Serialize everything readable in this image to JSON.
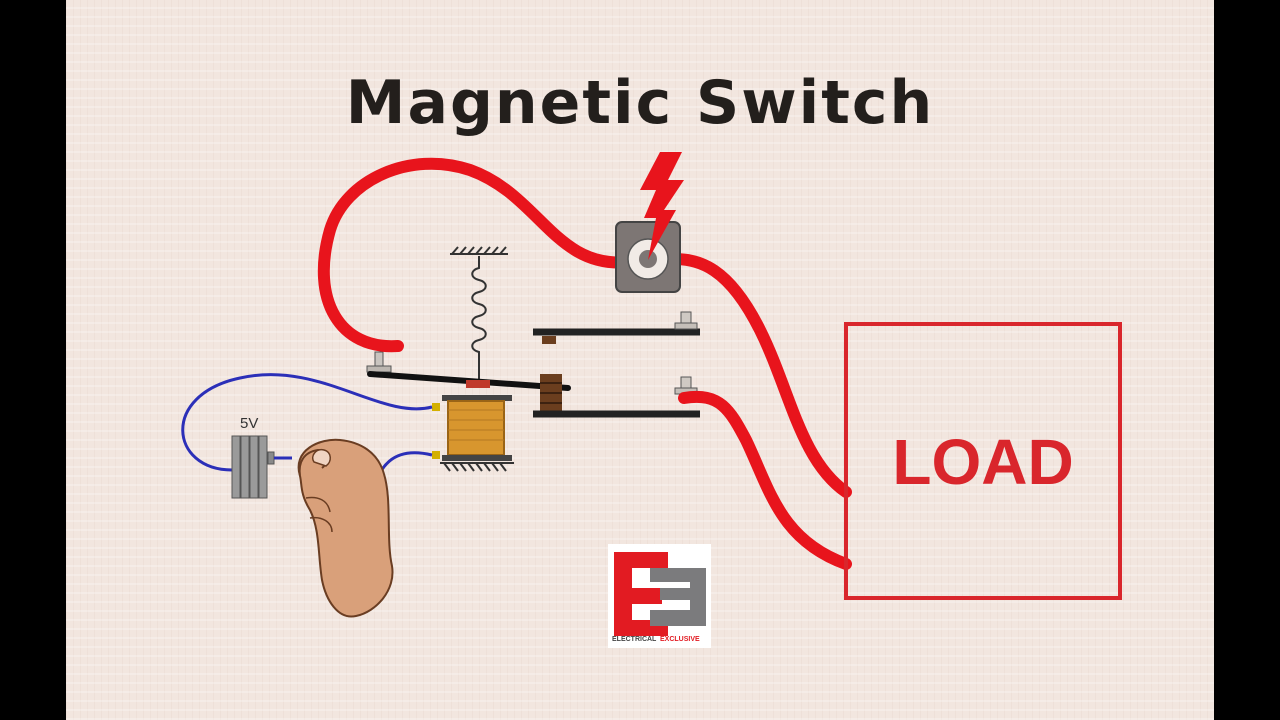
{
  "title": "Magnetic Switch",
  "battery": {
    "voltage_label": "5V"
  },
  "load": {
    "label": "LOAD"
  },
  "logo": {
    "brand_text_1": "ELECTRICAL",
    "brand_text_2": "EXCLUSIVE",
    "letter": "E"
  },
  "colors": {
    "wire": "#e8141c",
    "signal_wire": "#2b2fb8",
    "load_box": "#d9262c",
    "coil": "#d8962e",
    "logo_red": "#e21b22",
    "logo_gray": "#7b7b7d"
  }
}
